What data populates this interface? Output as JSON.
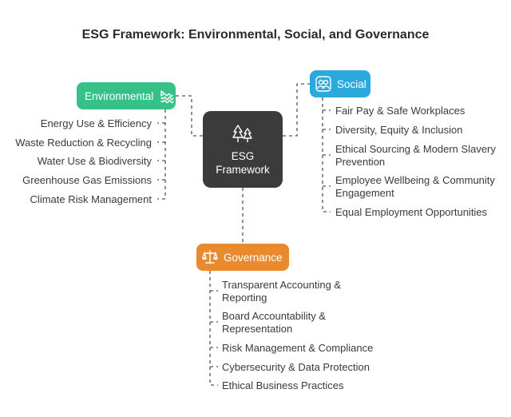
{
  "title": "ESG Framework: Environmental, Social, and Governance",
  "center": {
    "line1": "ESG",
    "line2": "Framework",
    "icon": "trees-icon"
  },
  "environmental": {
    "label": "Environmental",
    "icon": "water-waves-icon",
    "color": "#35c187",
    "items": [
      "Energy Use & Efficiency",
      "Waste Reduction & Recycling",
      "Water Use & Biodiversity",
      "Greenhouse Gas Emissions",
      "Climate Risk Management"
    ]
  },
  "social": {
    "label": "Social",
    "icon": "people-icon",
    "color": "#2aa9dc",
    "items": [
      "Fair Pay & Safe Workplaces",
      "Diversity, Equity & Inclusion",
      "Ethical Sourcing & Modern Slavery Prevention",
      "Employee Wellbeing & Community Engagement",
      "Equal Employment Opportunities"
    ]
  },
  "governance": {
    "label": "Governance",
    "icon": "scales-icon",
    "color": "#ea8a2e",
    "items": [
      "Transparent Accounting & Reporting",
      "Board Accountability & Representation",
      "Risk Management & Compliance",
      "Cybersecurity & Data Protection",
      "Ethical Business Practices"
    ]
  }
}
